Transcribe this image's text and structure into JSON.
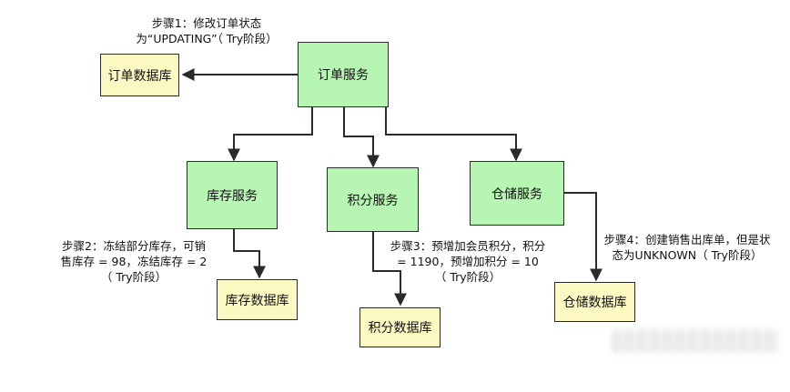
{
  "diagram": {
    "nodes": {
      "order_service": "订单服务",
      "order_db": "订单数据库",
      "inventory_service": "库存服务",
      "points_service": "积分服务",
      "warehouse_service": "仓储服务",
      "inventory_db": "库存数据库",
      "points_db": "积分数据库",
      "warehouse_db": "仓储数据库"
    },
    "notes": {
      "step1": [
        "步骤1：修改订单状态",
        "为“UPDATING”（ Try阶段）"
      ],
      "step2": [
        "步骤2：冻结部分库存，可销",
        "售库存 = 98，冻结库存 = 2",
        "（ Try阶段）"
      ],
      "step3": [
        "步骤3：预增加会员积分，积分",
        "= 1190，预增加积分 = 10",
        "（ Try阶段）"
      ],
      "step4": [
        "步骤4：创建销售出库单，但是状",
        "态为UNKNOWN（ Try阶段）"
      ]
    },
    "colors": {
      "service_fill": "#b7f5b3",
      "database_fill": "#fbf8c2",
      "line": "#2a2a2a"
    }
  }
}
